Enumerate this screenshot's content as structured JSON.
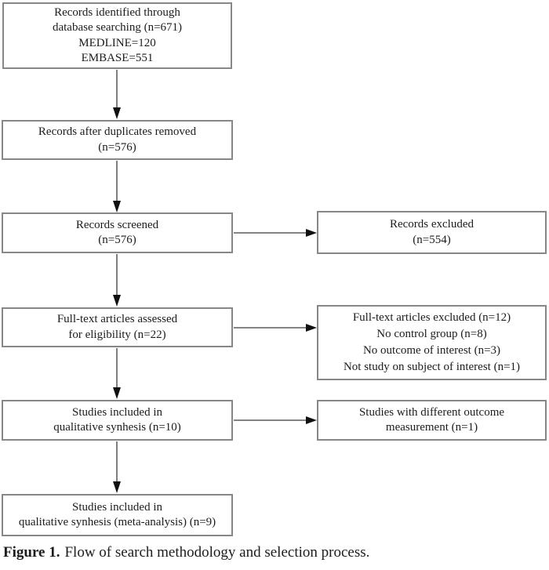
{
  "diagram": {
    "nodes": {
      "identified": {
        "lines": [
          "Records identified through",
          "database searching (n=671)",
          "MEDLINE=120",
          "EMBASE=551"
        ]
      },
      "deduplicated": {
        "lines": [
          "Records after duplicates removed",
          "(n=576)"
        ]
      },
      "screened": {
        "lines": [
          "Records screened",
          "(n=576)"
        ]
      },
      "records_excluded": {
        "lines": [
          "Records excluded",
          "(n=554)"
        ]
      },
      "fulltext_assessed": {
        "lines": [
          "Full-text articles assessed",
          "for eligibility (n=22)"
        ]
      },
      "fulltext_excluded": {
        "lines": [
          "Full-text articles excluded (n=12)",
          "No control group (n=8)",
          "No outcome of interest (n=3)",
          "Not study on subject of interest (n=1)"
        ]
      },
      "qualitative_synthesis": {
        "lines": [
          "Studies included in",
          "qualitative synhesis (n=10)"
        ]
      },
      "different_outcome": {
        "lines": [
          "Studies with different outcome",
          "measurement (n=1)"
        ]
      },
      "meta_analysis": {
        "lines": [
          "Studies included in",
          "qualitative synhesis (meta-analysis) (n=9)"
        ]
      }
    },
    "caption": {
      "label": "Figure 1.",
      "text": "Flow of search methodology and selection process."
    },
    "colors": {
      "box_border": "#878787",
      "text": "#1c1c1c",
      "arrow": "#111111",
      "background": "#ffffff"
    }
  }
}
